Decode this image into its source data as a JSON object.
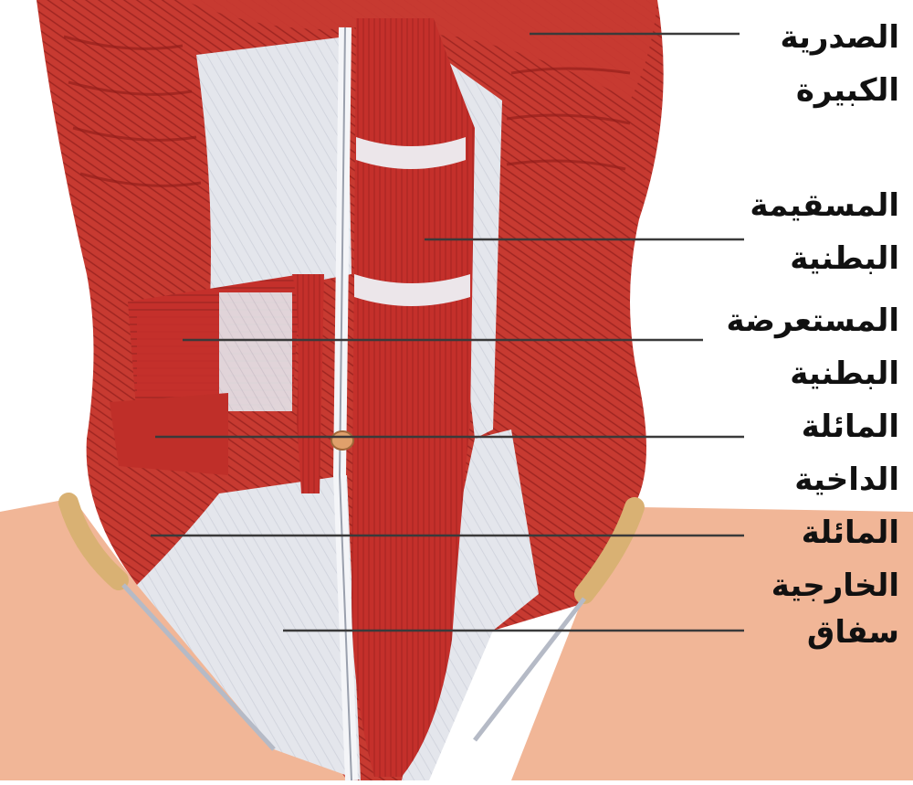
{
  "labels": {
    "pectoralis_major": "الصدرية\nالكبيرة",
    "rectus_abdominis": "المسقيمة\nالبطنية",
    "transverse_abdominis": "المستعرضة\nالبطنية",
    "internal_oblique": "المائلة\nالداخية",
    "external_oblique": "المائلة\nالخارجية",
    "aponeurosis": "سفاق"
  },
  "colors": {
    "muscle": "#c4302b",
    "muscle_dark": "#8e1b18",
    "fascia": "#e6e8ee",
    "skin": "#f1b697",
    "bone": "#d9b173",
    "leader_line": "#3a3a3a"
  }
}
